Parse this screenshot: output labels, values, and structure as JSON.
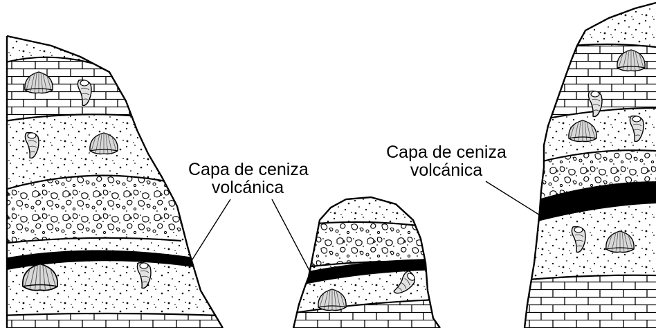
{
  "labels": {
    "left": {
      "line1": "Capa de ceniza",
      "line2": "volcánica"
    },
    "right": {
      "line1": "Capa de ceniza",
      "line2": "volcánica"
    }
  },
  "columns": [
    {
      "id": "left",
      "layers": [
        "sandstone",
        "limestone",
        "sandstone",
        "conglomerate",
        "volcanic-ash",
        "sandstone",
        "limestone"
      ],
      "fossils": [
        "brachiopod",
        "gastropod",
        "gastropod",
        "brachiopod",
        "brachiopod",
        "gastropod"
      ]
    },
    {
      "id": "middle",
      "layers": [
        "sandstone",
        "conglomerate",
        "volcanic-ash",
        "sandstone",
        "limestone"
      ],
      "fossils": [
        "brachiopod",
        "gastropod"
      ]
    },
    {
      "id": "right",
      "layers": [
        "sandstone",
        "limestone",
        "sandstone",
        "conglomerate",
        "volcanic-ash",
        "sandstone",
        "limestone"
      ],
      "fossils": [
        "brachiopod",
        "gastropod",
        "brachiopod",
        "gastropod",
        "gastropod",
        "brachiopod"
      ]
    }
  ],
  "colors": {
    "ink": "#000000",
    "background": "#ffffff"
  }
}
